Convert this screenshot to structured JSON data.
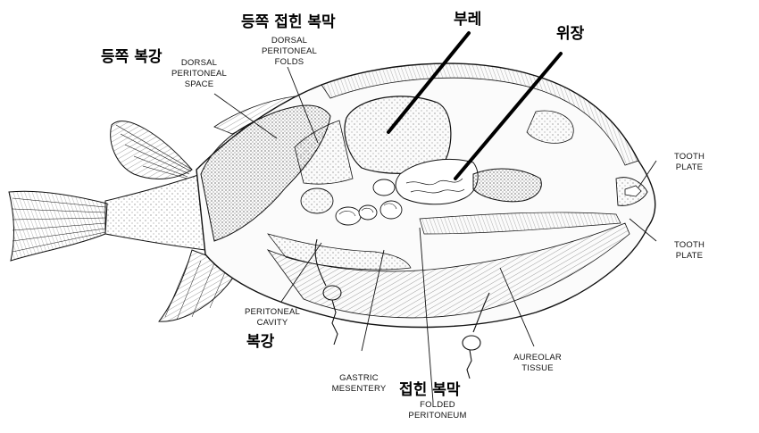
{
  "labels_korean": {
    "dorsal_peritoneal_space": "등쪽 복강",
    "dorsal_peritoneal_folds": "등쪽 접힌 복막",
    "swim_bladder": "부레",
    "stomach": "위장",
    "peritoneal_cavity": "복강",
    "folded_peritoneum": "접힌 복막"
  },
  "labels_english": {
    "dorsal_peritoneal_space": [
      "DORSAL",
      "PERITONEAL",
      "SPACE"
    ],
    "dorsal_peritoneal_folds": [
      "DORSAL",
      "PERITONEAL",
      "FOLDS"
    ],
    "tooth_plate_upper": [
      "TOOTH",
      "PLATE"
    ],
    "tooth_plate_lower": [
      "TOOTH",
      "PLATE"
    ],
    "peritoneal_cavity": [
      "PERITONEAL",
      "CAVITY"
    ],
    "gastric_mesentery": [
      "GASTRIC",
      "MESENTERY"
    ],
    "folded_peritoneum": [
      "FOLDED",
      "PERITONEUM"
    ],
    "aureolar_tissue": [
      "AUREOLAR",
      "TISSUE"
    ]
  }
}
